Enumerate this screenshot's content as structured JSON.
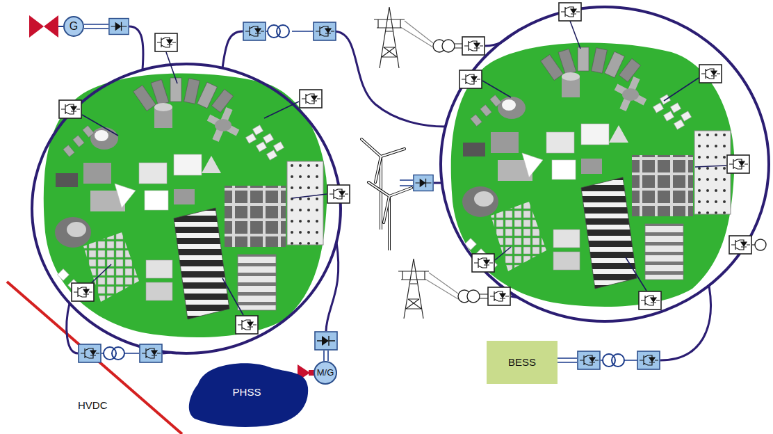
{
  "diagram": {
    "nodes": [
      {
        "text": [
          "G"
        ]
      },
      {
        "text": [
          "M/G"
        ]
      },
      {
        "text": [
          "BESS"
        ]
      },
      {
        "text": [
          "PHSS"
        ]
      }
    ],
    "labels": [
      "HVDC"
    ]
  }
}
